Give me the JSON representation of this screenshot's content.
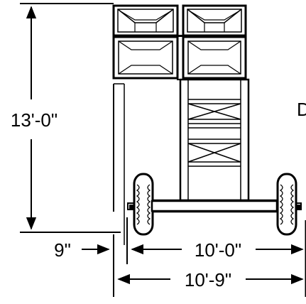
{
  "dimensions": {
    "height": "13'-0\"",
    "offset": "9\"",
    "wheel_track": "10'-0\"",
    "overall_width": "10'-9\""
  },
  "cut_off_label": "D",
  "colors": {
    "ink": "#000000",
    "paper": "#ffffff"
  }
}
